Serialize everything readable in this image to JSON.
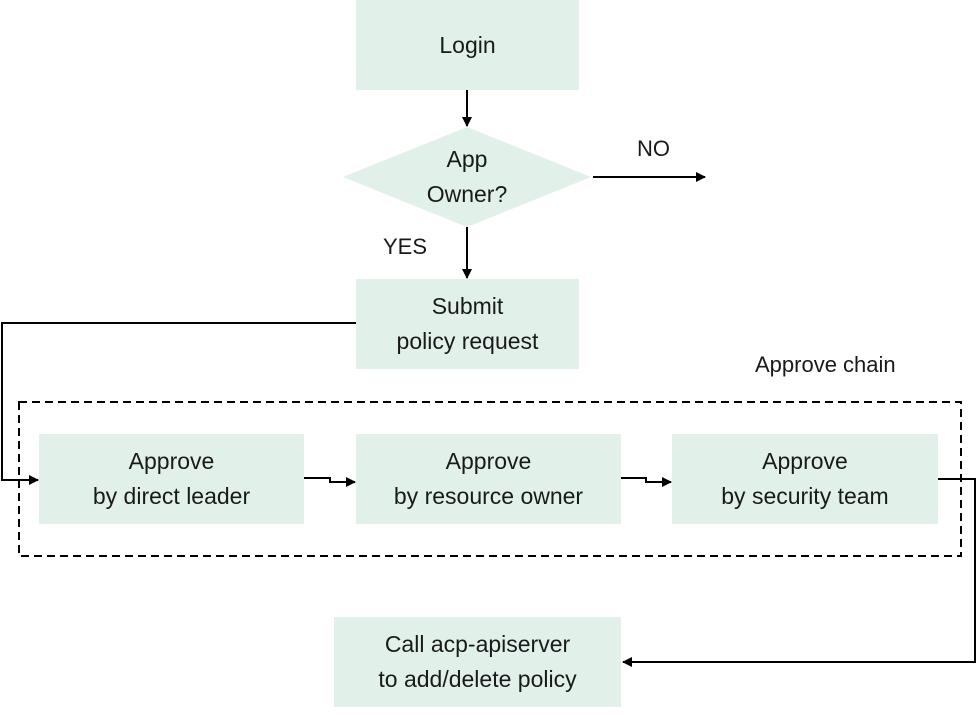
{
  "colors": {
    "box_fill": "#e2f0ea",
    "line": "#000000"
  },
  "nodes": {
    "login": {
      "label": "Login"
    },
    "app_owner": {
      "line1": "App",
      "line2": "Owner?"
    },
    "submit": {
      "line1": "Submit",
      "line2": "policy request"
    },
    "approve_leader": {
      "line1": "Approve",
      "line2": "by direct leader"
    },
    "approve_resource": {
      "line1": "Approve",
      "line2": "by resource owner"
    },
    "approve_security": {
      "line1": "Approve",
      "line2": "by security team"
    },
    "call_api": {
      "line1": "Call acp-apiserver",
      "line2": "to add/delete policy"
    }
  },
  "edge_labels": {
    "no": "NO",
    "yes": "YES"
  },
  "group": {
    "label": "Approve chain"
  }
}
